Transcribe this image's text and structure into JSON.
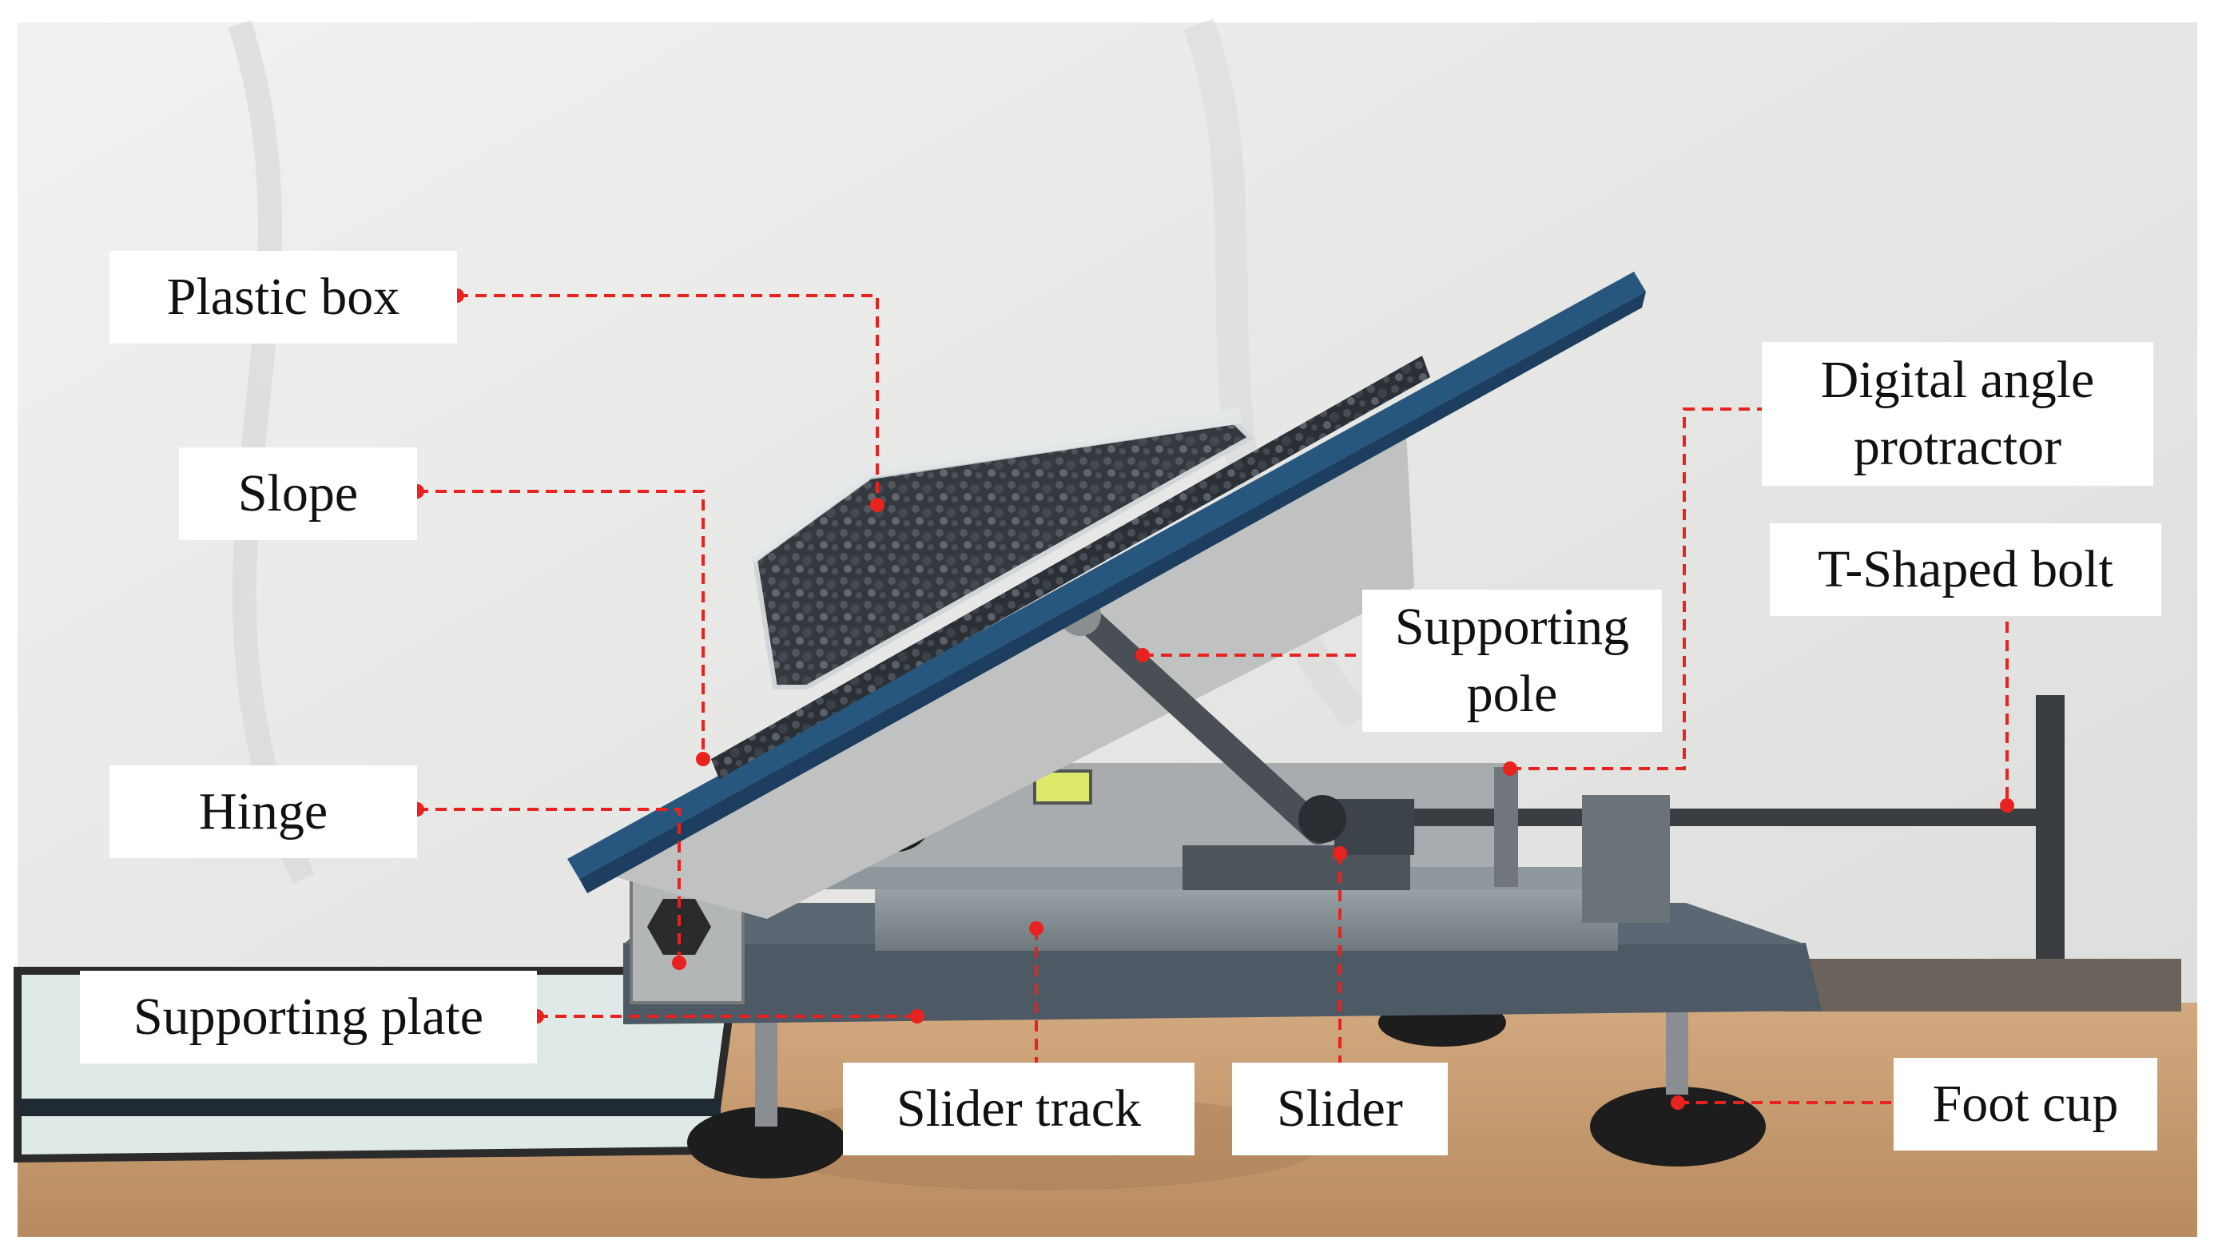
{
  "labels": {
    "plastic_box": "Plastic box",
    "slope": "Slope",
    "hinge": "Hinge",
    "supporting_plate": "Supporting plate",
    "slider_track": "Slider track",
    "slider": "Slider",
    "foot_cup": "Foot cup",
    "supporting_pole_line1": "Supporting",
    "supporting_pole_line2": "pole",
    "digital_angle_protractor_line1": "Digital angle",
    "digital_angle_protractor_line2": "protractor",
    "t_shaped_bolt": "T-Shaped bolt"
  },
  "colors": {
    "leader_line": "#e8231f",
    "backdrop": "#e9e9e7",
    "table": "#c69d73",
    "slope_plate": "#2c5e8e",
    "steel": "#5c6066"
  }
}
